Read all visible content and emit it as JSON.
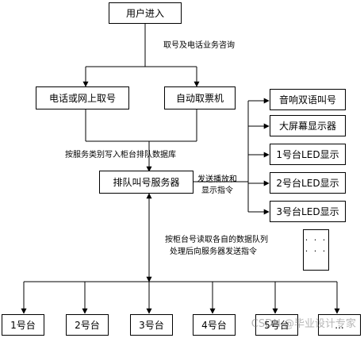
{
  "diagram": {
    "nodes": {
      "user_entry": "用户进入",
      "phone_online": "电话或网上取号",
      "kiosk": "自动取票机",
      "server": "排队叫号服务器",
      "voice": "音响双语叫号",
      "big_screen": "大屏幕显示器",
      "led1": "1号台LED显示",
      "led2": "2号台LED显示",
      "led3": "3号台LED显示",
      "more": "· · ·\n· · ·",
      "desk1": "1号台",
      "desk2": "2号台",
      "desk3": "3号台",
      "desk4": "4号台",
      "desk5": "5号台",
      "desk_more": "..."
    },
    "edge_labels": {
      "consult": "取号及电话业务咨询",
      "write_queue": "按服务类别写入柜台排队数据库",
      "send_cmd_1": "发送播放和",
      "send_cmd_2": "显示指令",
      "desk_read_1": "按柜台号读取各自的数据队列",
      "desk_read_2": "处理后向服务器发送指令"
    }
  },
  "watermark": "CSDN @毕业设计专家"
}
